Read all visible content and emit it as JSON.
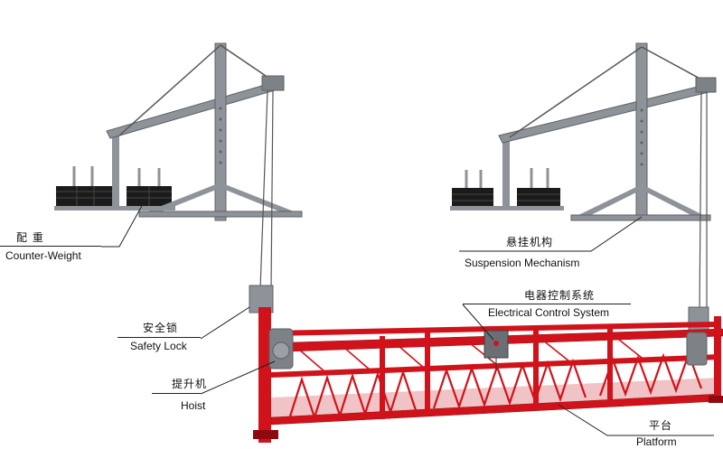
{
  "labels": {
    "counterweight": {
      "cn": "配 重",
      "en": "Counter-Weight"
    },
    "suspension": {
      "cn": "悬挂机构",
      "en": "Suspension Mechanism"
    },
    "control": {
      "cn": "电器控制系统",
      "en": "Electrical Control System"
    },
    "safety_lock": {
      "cn": "安全锁",
      "en": "Safety Lock"
    },
    "hoist": {
      "cn": "提升机",
      "en": "Hoist"
    },
    "platform": {
      "cn": "平台",
      "en": "Platform"
    }
  },
  "colors": {
    "steel": "#8e9399",
    "steel_dark": "#5d6166",
    "weight": "#1b1b1b",
    "platform_red": "#d0121b",
    "platform_dark": "#8f0a10",
    "cable": "#555555",
    "motor": "#7d8287",
    "control_box": "#6b6f73"
  }
}
